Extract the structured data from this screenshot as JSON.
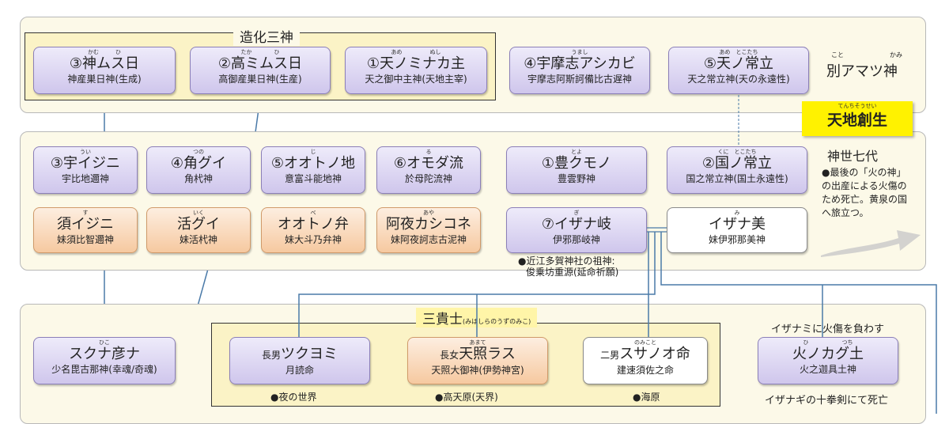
{
  "sections": {
    "zoka": {
      "title": "造化三神"
    },
    "tenchi": {
      "label": "天地創生",
      "ruby": "てんちそうせい"
    },
    "kamiyo": {
      "title": "神世七代"
    },
    "sankishi": {
      "title": "三貴士",
      "ruby": "(みはしらのうずのみこ)"
    }
  },
  "koto": {
    "ruby_left": "こと",
    "ruby_right": "かみ",
    "label": "別アマツ神"
  },
  "nodes": {
    "kamimusubi": {
      "ruby": "かむ　　　ひ",
      "name": "③神ムス日",
      "sub": "神産巣日神(生成)"
    },
    "takamimusubi": {
      "ruby": "たか　　　　ひ",
      "name": "②高ミムス日",
      "sub": "高御産巣日神(生産)"
    },
    "amenominakanushi": {
      "ruby": "あめ　　　　　ぬし",
      "name": "①天ノミナカ主",
      "sub": "天之御中主神(天地主宰)"
    },
    "umashi": {
      "ruby": "うまし",
      "name": "④宇摩志アシカビ",
      "sub": "宇摩志阿斯訶備比古遅神"
    },
    "amenotokotachi": {
      "ruby": "あめ　とこたち",
      "name": "⑤天ノ常立",
      "sub": "天之常立神(天の永遠性)"
    },
    "uijini": {
      "ruby": "うい",
      "name": "③宇イジニ",
      "sub": "宇比地邇神"
    },
    "tsunoguy": {
      "ruby": "つの",
      "name": "④角グイ",
      "sub": "角杙神"
    },
    "ootonoji": {
      "ruby": "じ",
      "name": "⑤オオトノ地",
      "sub": "意富斗能地神"
    },
    "omodaru": {
      "ruby": "る",
      "name": "⑥オモダ流",
      "sub": "於母陀流神"
    },
    "toyokumono": {
      "ruby": "とよ",
      "name": "①豊クモノ",
      "sub": "豊雲野神"
    },
    "kuninotokotachi": {
      "ruby": "くに　とこたち",
      "name": "②国ノ常立",
      "sub": "国之常立神(国土永遠性)"
    },
    "suijini": {
      "ruby": "す",
      "name": "須イジニ",
      "sub": "妹須比智邇神"
    },
    "ikuguy": {
      "ruby": "いく",
      "name": "活グイ",
      "sub": "妹活杙神"
    },
    "ootonobe": {
      "ruby": "べ",
      "name": "オオトノ弁",
      "sub": "妹大斗乃弁神"
    },
    "ayakashikone": {
      "ruby": "あや",
      "name": "阿夜カシコネ",
      "sub": "妹阿夜訶志古泥神"
    },
    "izanagi": {
      "ruby": "ぎ",
      "name": "⑦イザナ岐",
      "sub": "伊邪那岐神"
    },
    "izanami": {
      "ruby": "み",
      "name": "イザナ美",
      "sub": "妹伊邪那美神"
    },
    "sukunahikona": {
      "ruby": "ひこ",
      "name": "スクナ彦ナ",
      "sub": "少名毘古那神(幸魂/奇魂)"
    },
    "tsukuyomi": {
      "ruby": "",
      "prefix": "長男",
      "name": "ツクヨミ",
      "sub": "月読命"
    },
    "amaterasu": {
      "ruby": "あまて",
      "prefix": "長女",
      "name": "天照ラス",
      "sub": "天照大御神(伊勢神宮)"
    },
    "susanoo": {
      "ruby": "のみこと",
      "prefix": "二男",
      "name": "スサノオ命",
      "sub": "建速須佐之命"
    },
    "hinokagutsuchi": {
      "ruby": "ひ　　　　　　つち",
      "name": "火ノカグ土",
      "sub": "火之迦具土神"
    }
  },
  "notes": {
    "izanami_death": [
      "●最後の「火の神」",
      "の出産による火傷の",
      "ため死亡。黄泉の国",
      "へ旅立つ。"
    ],
    "omi_taga": [
      "●近江多賀神社の祖神:",
      "俊乗坊重源(延命祈願)"
    ],
    "yoru": "●夜の世界",
    "takamagahara": "●高天原(天界)",
    "unabara": "●海原",
    "izanami_burn": "イザナミに火傷を負わす",
    "totsuka": "イザナギの十拳剣にて死亡"
  },
  "colors": {
    "panel": "#fcf9e8",
    "group": "#fbf3c6",
    "purple": "#cfc6ec",
    "orange": "#f6c9a0",
    "highlight": "#fff200",
    "line": "#4a7aa8"
  },
  "icons": {
    "arrow": "swoosh-arrow-icon"
  }
}
